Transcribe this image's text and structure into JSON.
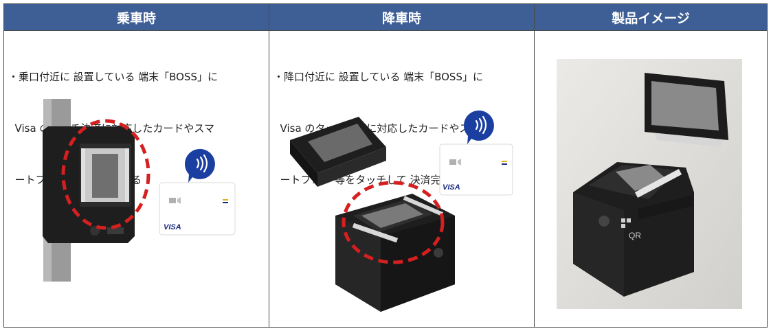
{
  "headers": {
    "boarding": "乗車時",
    "alighting": "降車時",
    "product": "製品イメージ"
  },
  "boarding": {
    "lines": [
      "・乗口付近に 設置している 端末「BOSS」に",
      "  Visa のタッチ決済に対応したカードやスマ",
      "  ートフォン 等をタッチする"
    ]
  },
  "alighting": {
    "lines": [
      "・降口付近に 設置している 端末「BOSS」に",
      "  Visa のタッチ決済に対応したカードやスマ",
      "  ートフォン 等をタッチして 決済完了"
    ]
  },
  "card": {
    "brand": "VISA"
  },
  "product_photo": {
    "label": "QR"
  },
  "colors": {
    "header_bg": "#3e5f95",
    "dashed_circle": "#d42020",
    "contactless_badge": "#1a3fa0",
    "visa_blue": "#1a2a80"
  },
  "icons": [
    "contactless-icon",
    "chip-icon",
    "camera-icon",
    "qr-icon"
  ]
}
